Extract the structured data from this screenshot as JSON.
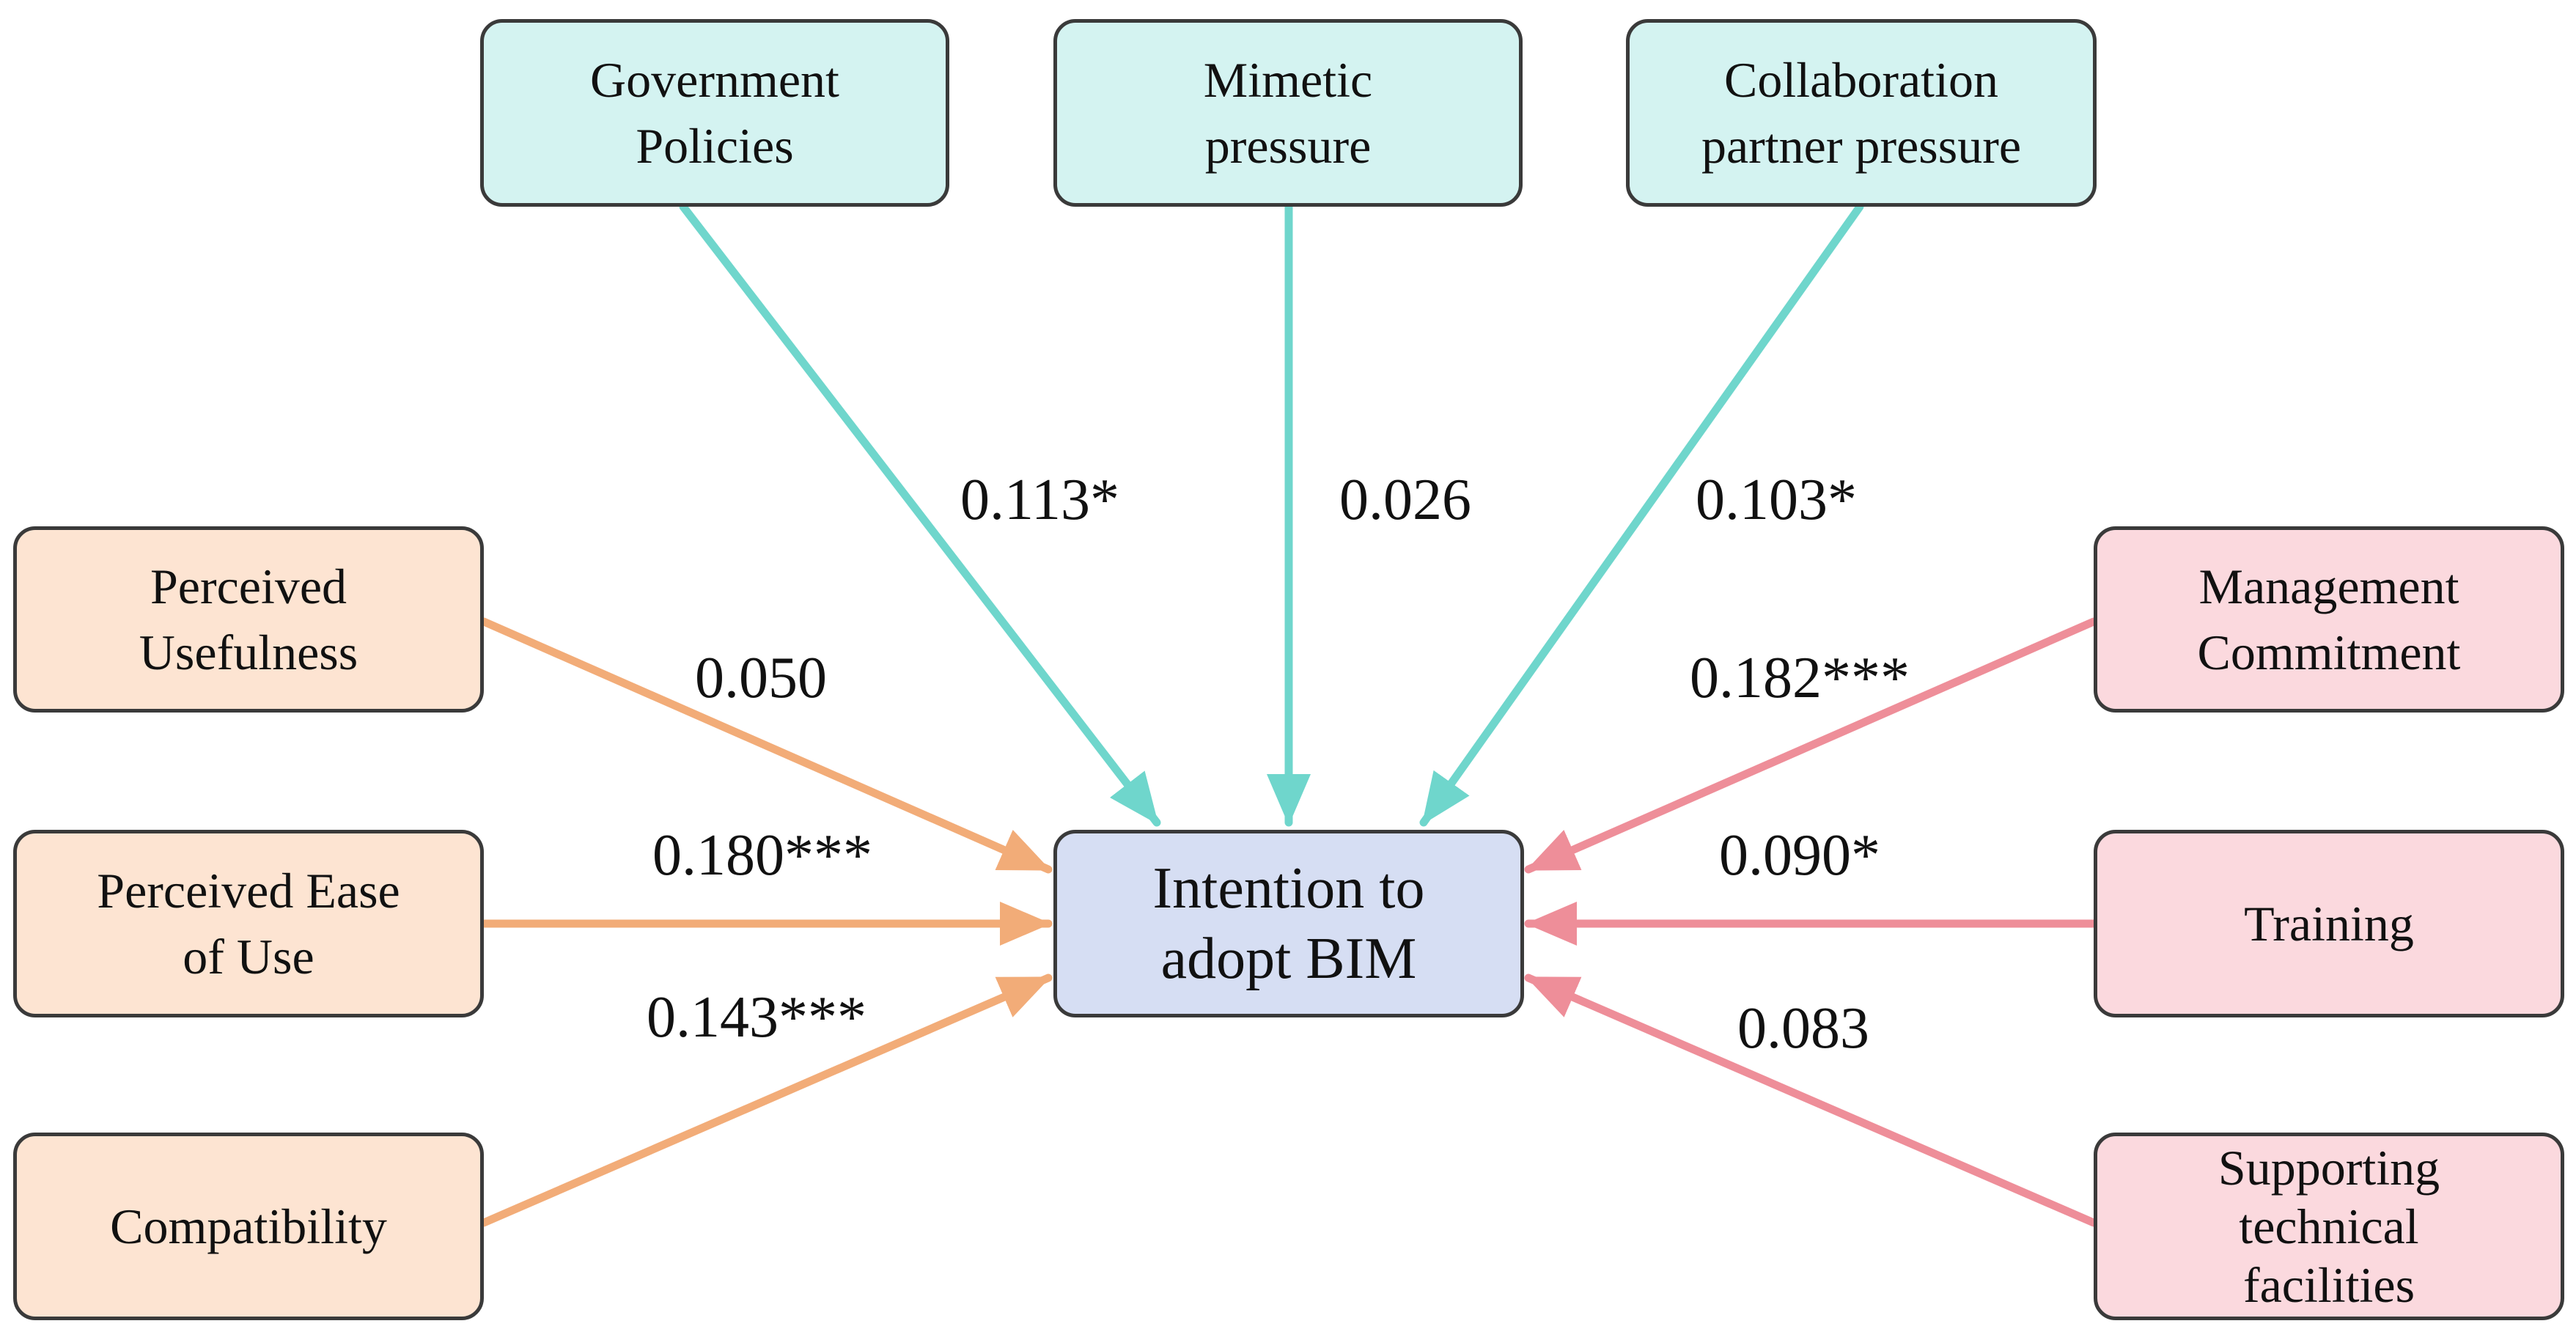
{
  "colors": {
    "institutional_fill": "#d4f3f1",
    "institutional_arrow": "#6fd6cc",
    "technology_fill": "#fde4d2",
    "technology_arrow": "#f2ac78",
    "organizational_fill": "#fbd9de",
    "organizational_arrow": "#ee8e99",
    "target_fill": "#d6def3",
    "border": "#3a3a3a"
  },
  "nodes": {
    "government_policies": {
      "line1": "Government",
      "line2": "Policies"
    },
    "mimetic_pressure": {
      "line1": "Mimetic",
      "line2": "pressure"
    },
    "collaboration_partner_pressure": {
      "line1": "Collaboration",
      "line2": "partner pressure"
    },
    "perceived_usefulness": {
      "line1": "Perceived",
      "line2": "Usefulness"
    },
    "perceived_ease_of_use": {
      "line1": "Perceived Ease",
      "line2": "of Use"
    },
    "compatibility": {
      "line1": "Compatibility"
    },
    "intention_to_adopt_bim": {
      "line1": "Intention to",
      "line2": "adopt BIM"
    },
    "management_commitment": {
      "line1": "Management",
      "line2": "Commitment"
    },
    "training": {
      "line1": "Training"
    },
    "supporting_technical_facilities": {
      "line1": "Supporting",
      "line2": "technical",
      "line3": "facilities"
    }
  },
  "paths": [
    {
      "from": "government_policies",
      "to": "intention_to_adopt_bim",
      "coefficient": "0.113*"
    },
    {
      "from": "mimetic_pressure",
      "to": "intention_to_adopt_bim",
      "coefficient": "0.026"
    },
    {
      "from": "collaboration_partner_pressure",
      "to": "intention_to_adopt_bim",
      "coefficient": "0.103*"
    },
    {
      "from": "perceived_usefulness",
      "to": "intention_to_adopt_bim",
      "coefficient": "0.050"
    },
    {
      "from": "perceived_ease_of_use",
      "to": "intention_to_adopt_bim",
      "coefficient": "0.180***"
    },
    {
      "from": "compatibility",
      "to": "intention_to_adopt_bim",
      "coefficient": "0.143***"
    },
    {
      "from": "management_commitment",
      "to": "intention_to_adopt_bim",
      "coefficient": "0.182***"
    },
    {
      "from": "training",
      "to": "intention_to_adopt_bim",
      "coefficient": "0.090*"
    },
    {
      "from": "supporting_technical_facilities",
      "to": "intention_to_adopt_bim",
      "coefficient": "0.083"
    }
  ]
}
